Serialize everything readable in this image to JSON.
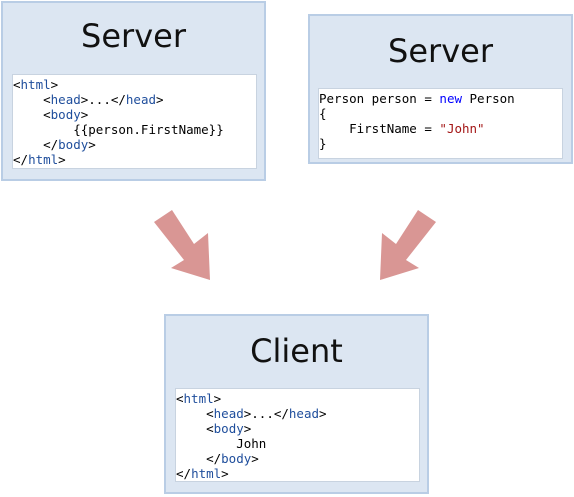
{
  "boxes": {
    "left_server": {
      "title": "Server",
      "code": [
        [
          "<",
          {
            "kw": "html"
          },
          ">"
        ],
        [
          "    <",
          {
            "kw": "head"
          },
          ">...</",
          {
            "kw": "head"
          },
          ">"
        ],
        [
          "    <",
          {
            "kw": "body"
          },
          ">"
        ],
        [
          "        {{person.FirstName}}"
        ],
        [
          "    </",
          {
            "kw": "body"
          },
          ">"
        ],
        [
          "</",
          {
            "kw": "html"
          },
          ">"
        ]
      ]
    },
    "right_server": {
      "title": "Server",
      "code": [
        [
          "Person person = ",
          {
            "blue": "new"
          },
          " Person"
        ],
        [
          "{"
        ],
        [
          "    FirstName = ",
          {
            "str": "\"John\""
          }
        ],
        [
          "}"
        ]
      ]
    },
    "client": {
      "title": "Client",
      "code": [
        [
          "<",
          {
            "kw": "html"
          },
          ">"
        ],
        [
          "    <",
          {
            "kw": "head"
          },
          ">...</",
          {
            "kw": "head"
          },
          ">"
        ],
        [
          "    <",
          {
            "kw": "body"
          },
          ">"
        ],
        [
          "        John"
        ],
        [
          "    </",
          {
            "kw": "body"
          },
          ">"
        ],
        [
          "</",
          {
            "kw": "html"
          },
          ">"
        ]
      ]
    }
  },
  "colors": {
    "box_fill": "#dce6f2",
    "box_border": "#b9cde5",
    "arrow_fill": "#d99694",
    "keyword": "#1f4e9c",
    "string": "#a31515"
  }
}
